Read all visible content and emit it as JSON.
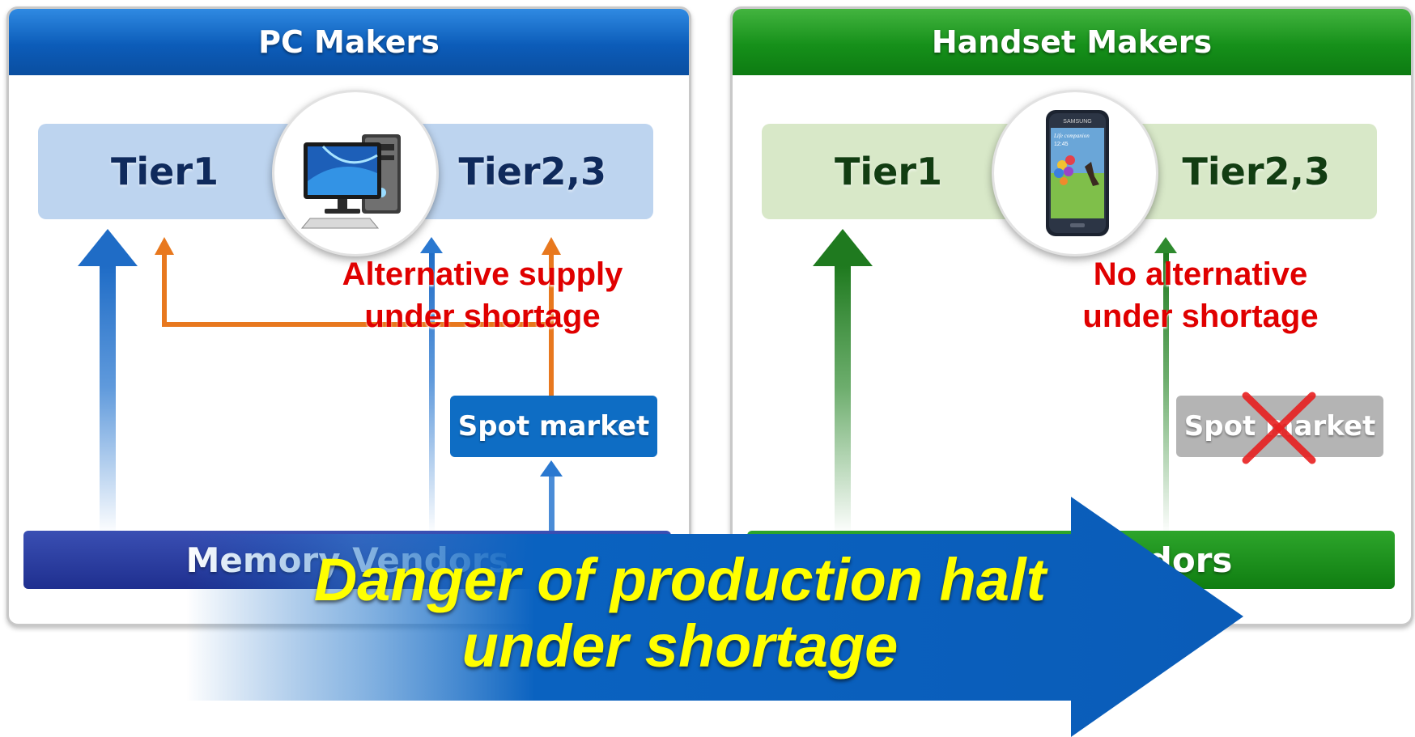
{
  "pc_panel": {
    "header": "PC Makers",
    "tier1": "Tier1",
    "tier23": "Tier2,3",
    "device_icon": "desktop-computer-icon",
    "note": "Alternative supply under shortage",
    "note_line1": "Alternative supply",
    "note_line2": "under shortage",
    "spot_market": "Spot market",
    "vendor": "Memory Vendors",
    "colors": {
      "header": "#0c5cb9",
      "tier_bar": "#bdd4ef",
      "supply_arrow": "#2a78d0",
      "alt_arrow": "#e8781e"
    }
  },
  "handset_panel": {
    "header": "Handset Makers",
    "tier1": "Tier1",
    "tier23": "Tier2,3",
    "device_icon": "smartphone-icon",
    "phone_brand": "SAMSUNG",
    "phone_text_1": "Life companion",
    "phone_text_2": "12:45",
    "note": "No alternative under shortage",
    "note_line1": "No alternative",
    "note_line2": "under shortage",
    "spot_market": "Spot market",
    "spot_market_status": "crossed out",
    "vendor": "Memory Vendors",
    "colors": {
      "header": "#16901a",
      "tier_bar": "#d8e8c8",
      "supply_arrow": "#2e8a2e",
      "cross": "#e82020"
    }
  },
  "banner": {
    "line1": "Danger of production halt",
    "line2": "under shortage",
    "colors": {
      "arrow": "#0a62c0",
      "text": "#ffff00"
    }
  }
}
